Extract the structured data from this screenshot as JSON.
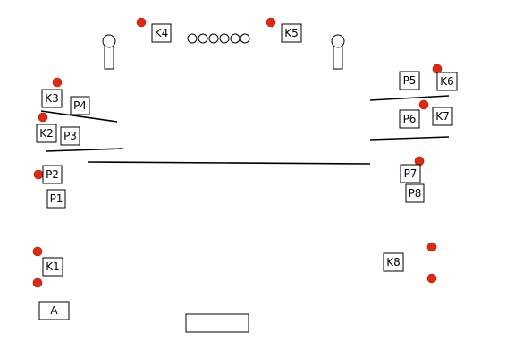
{
  "labels": {
    "K1": "K1",
    "K2": "K2",
    "K3": "K3",
    "K4": "K4",
    "K5": "K5",
    "K6": "K6",
    "K7": "K7",
    "K8": "K8",
    "P1": "P1",
    "P2": "P2",
    "P3": "P3",
    "P4": "P4",
    "P5": "P5",
    "P6": "P6",
    "P7": "P7",
    "P8": "P8",
    "A": "A"
  },
  "colors": {
    "marker": "#dd2a12",
    "line": "#000000",
    "background": "#ffffff"
  }
}
